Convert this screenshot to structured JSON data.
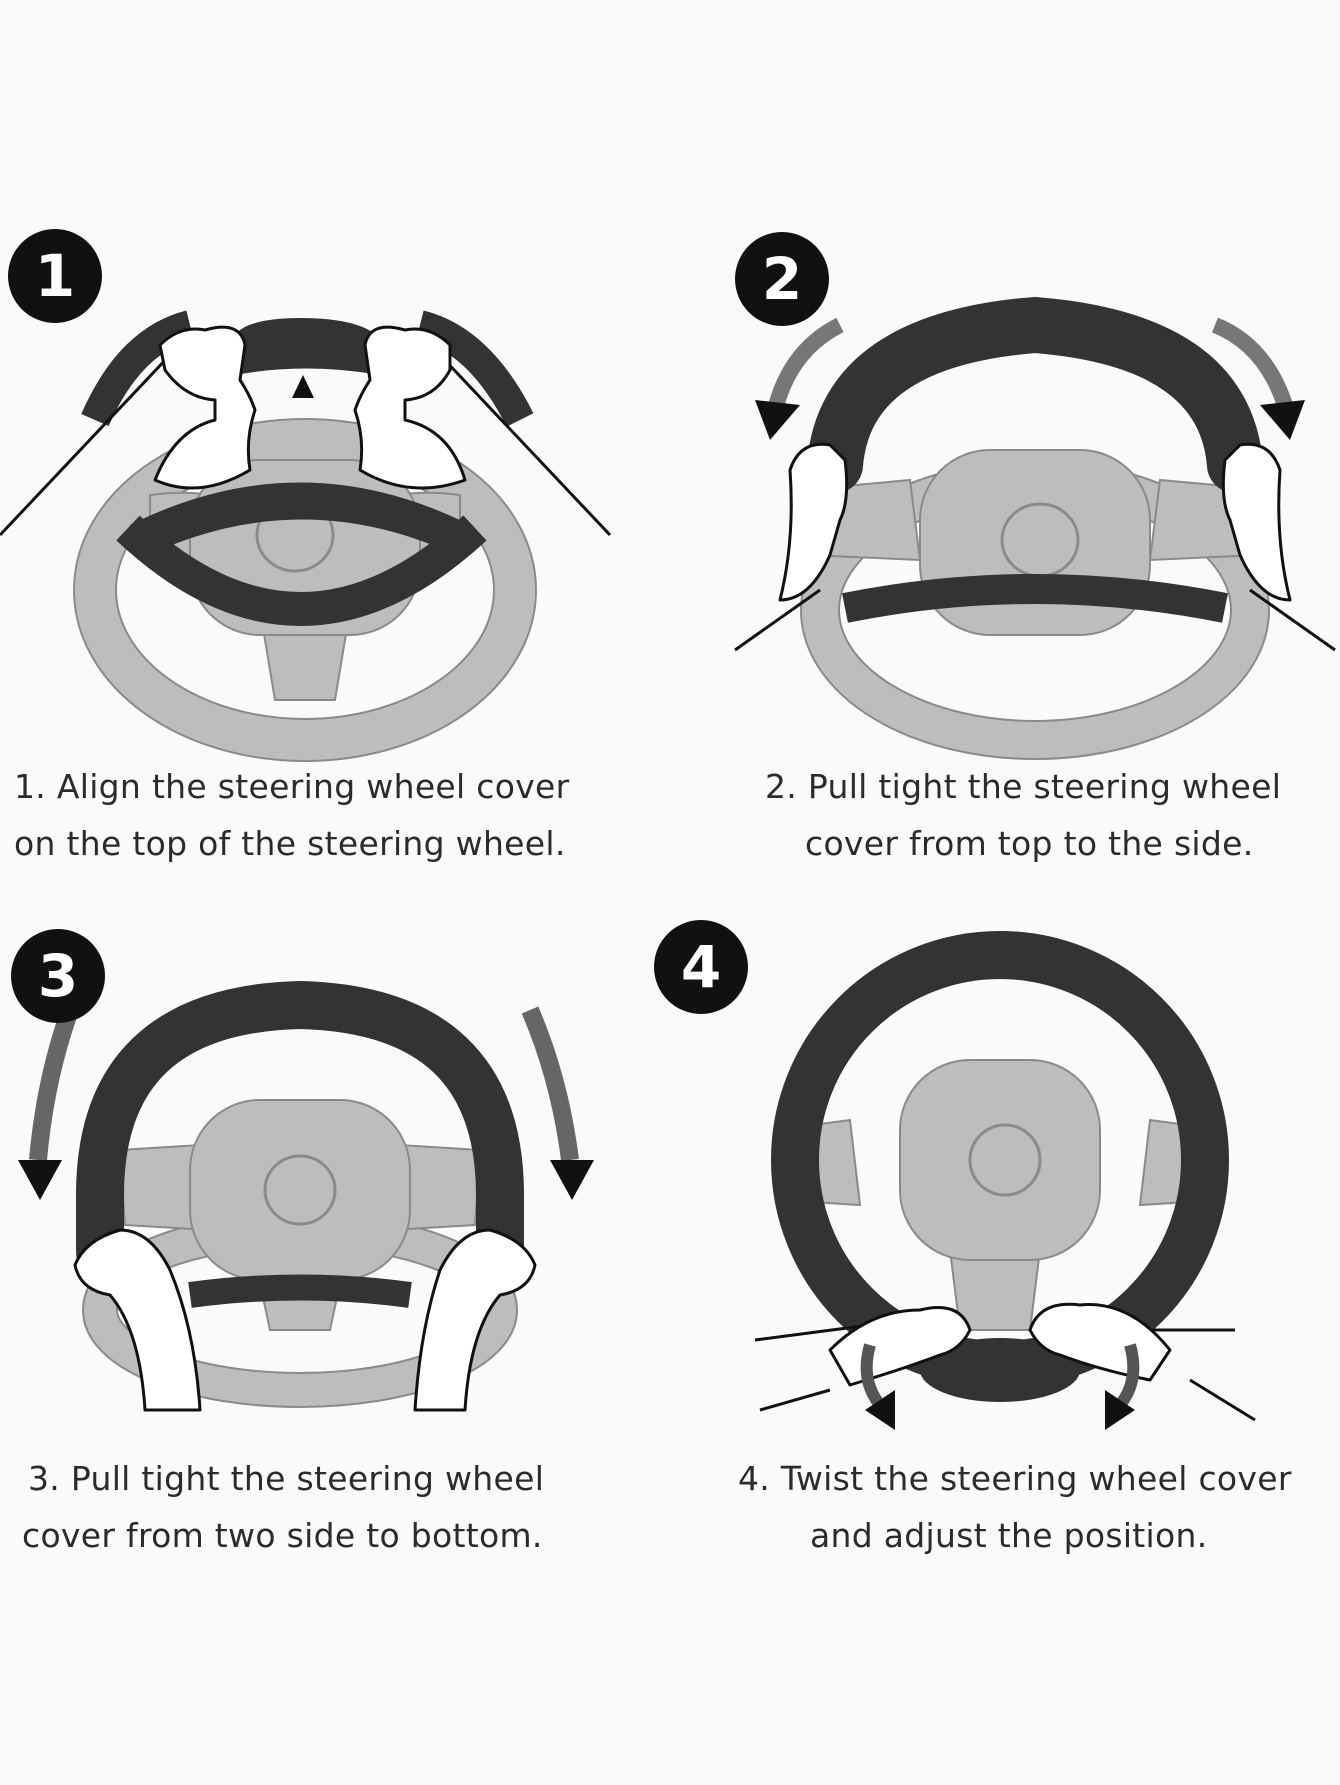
{
  "colors": {
    "background": "#fafafa",
    "badge": "#111111",
    "cover": "#333333",
    "wheel": "#bdbdbd",
    "wheel_outline": "#8a8a8a"
  },
  "steps": [
    {
      "number": "1",
      "caption_line1": "1. Align the steering wheel cover",
      "caption_line2": "on the top of the steering wheel."
    },
    {
      "number": "2",
      "caption_line1": "2. Pull tight the steering wheel",
      "caption_line2": "cover from top to the side."
    },
    {
      "number": "3",
      "caption_line1": "3. Pull tight the steering wheel",
      "caption_line2": "cover from two side to bottom."
    },
    {
      "number": "4",
      "caption_line1": "4. Twist the steering wheel cover",
      "caption_line2": "and adjust the position."
    }
  ]
}
